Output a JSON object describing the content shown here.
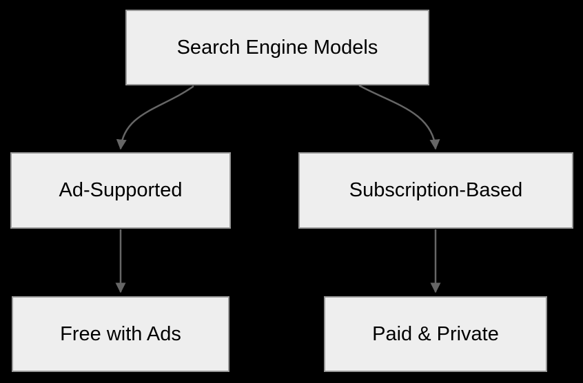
{
  "diagram": {
    "nodes": [
      {
        "id": "root",
        "label": "Search Engine Models"
      },
      {
        "id": "ad",
        "label": "Ad-Supported"
      },
      {
        "id": "sub",
        "label": "Subscription-Based"
      },
      {
        "id": "free",
        "label": "Free with Ads"
      },
      {
        "id": "paid",
        "label": "Paid & Private"
      }
    ],
    "edges": [
      {
        "from": "root",
        "to": "ad"
      },
      {
        "from": "root",
        "to": "sub"
      },
      {
        "from": "ad",
        "to": "free"
      },
      {
        "from": "sub",
        "to": "paid"
      }
    ],
    "colors": {
      "background": "#000000",
      "node_fill": "#eeeeee",
      "node_border": "#999999",
      "arrow": "#666666",
      "text": "#000000"
    }
  }
}
